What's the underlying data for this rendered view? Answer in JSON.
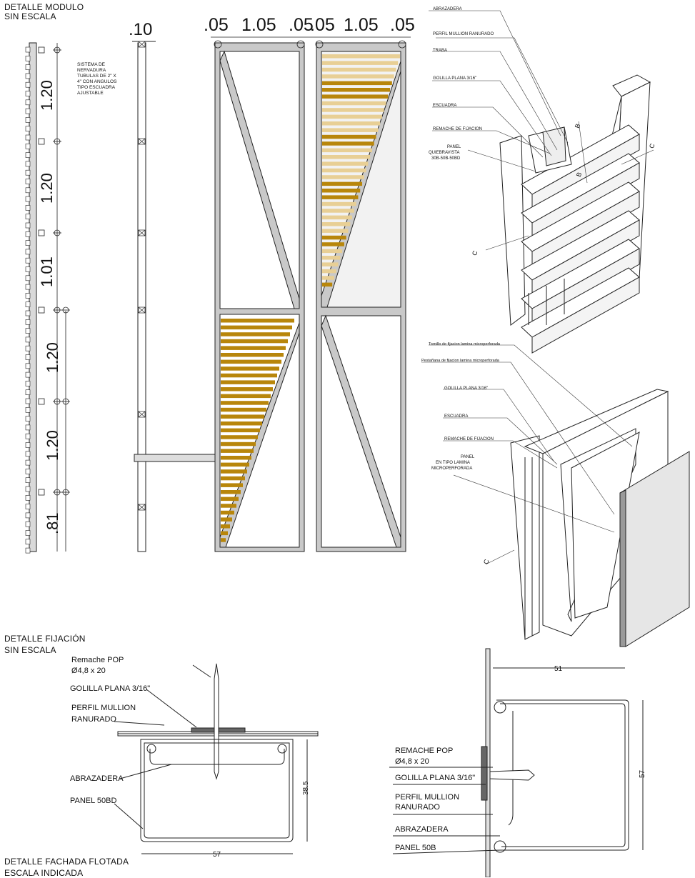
{
  "titles": {
    "module_line1": "DETALLE MODULO",
    "module_line2": "SIN ESCALA",
    "fix_line1": "DETALLE FIJACIÓN",
    "fix_line2": "SIN ESCALA",
    "facade_line1": "DETALLE FACHADA FLOTADA",
    "facade_line2": "ESCALA INDICADA"
  },
  "module": {
    "vertical_dims": [
      "1.20",
      "1.20",
      "1.01",
      "1.20",
      "1.20",
      ".81"
    ],
    "width_dim": ".10",
    "top_dims": [
      ".05",
      "1.05",
      ".05",
      ".05",
      "1.05",
      ".05"
    ],
    "note": [
      "SISTEMA           DE",
      "NERVADURA",
      "TUBULAS DE 2\" X",
      "4\" CON ANGULOS",
      "TIPO    ESCUADRA",
      "AJUSTABLE"
    ]
  },
  "iso_upper": {
    "labels": [
      "ABRAZADERA",
      "PERFIL MULLION RANURADO",
      "TRABA",
      "GOLILLA PLANA 3/16\"",
      "ESCUADRA",
      "REMACHE DE FIJACION",
      "PANEL",
      "QUIEBRAVISTA",
      "30B-50B-50BD"
    ],
    "section_marks": [
      "B",
      "B",
      "C",
      "C"
    ]
  },
  "iso_lower": {
    "labels": [
      "Tornillo de fijacion lamina microperforada",
      "Pestañana de fijacion lamina microperforada",
      "GOLILLA PLANA 3/16\"",
      "ESCUADRA",
      "REMACHE DE FIJACION",
      "PANEL",
      "EN TIPO LAMINA",
      "MICROPERFORADA"
    ],
    "section_marks": [
      "C"
    ]
  },
  "fix_detail": {
    "labels": [
      "Remache POP",
      "Ø4,8 x 20",
      "GOLILLA PLANA 3/16\"",
      "PERFIL MULLION",
      "RANURADO",
      "ABRAZADERA",
      "PANEL 50BD"
    ],
    "dim_height": "38.5",
    "dim_width": "57"
  },
  "facade_detail": {
    "labels": [
      "REMACHE POP",
      "Ø4,8 x 20",
      "GOLILLA PLANA 3/16\"",
      "PERFIL MULLION",
      "RANURADO",
      "ABRAZADERA",
      "PANEL 50B"
    ],
    "dim_width": "51",
    "dim_height": "57"
  },
  "colors": {
    "line": "#222222",
    "frame_fill": "#c9c9c9",
    "wood": "#b8860b",
    "wood_light": "#e8cf95",
    "glass": "#eeeeee"
  }
}
